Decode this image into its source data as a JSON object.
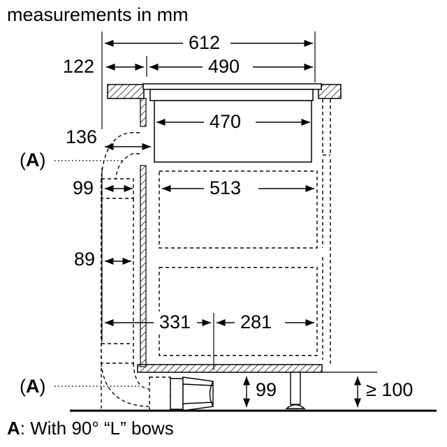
{
  "header": {
    "units_note": "measurements in mm"
  },
  "dimensions": {
    "overall_width": "612",
    "left_offset": "122",
    "cutout_width": "490",
    "unit_width": "470",
    "depth_drop": "136",
    "duct_depth": "99",
    "drawer_width": "513",
    "duct_width": "89",
    "rear_distance": "331",
    "front_distance": "281",
    "plinth_duct_height": "99",
    "plinth_height": "≥ 100"
  },
  "callouts": {
    "upper": {
      "open": "(",
      "letter": "A",
      "close": ")"
    },
    "lower": {
      "open": "(",
      "letter": "A",
      "close": ")"
    }
  },
  "footnote": {
    "letter": "A",
    "text": ": With 90° “L” bows"
  }
}
